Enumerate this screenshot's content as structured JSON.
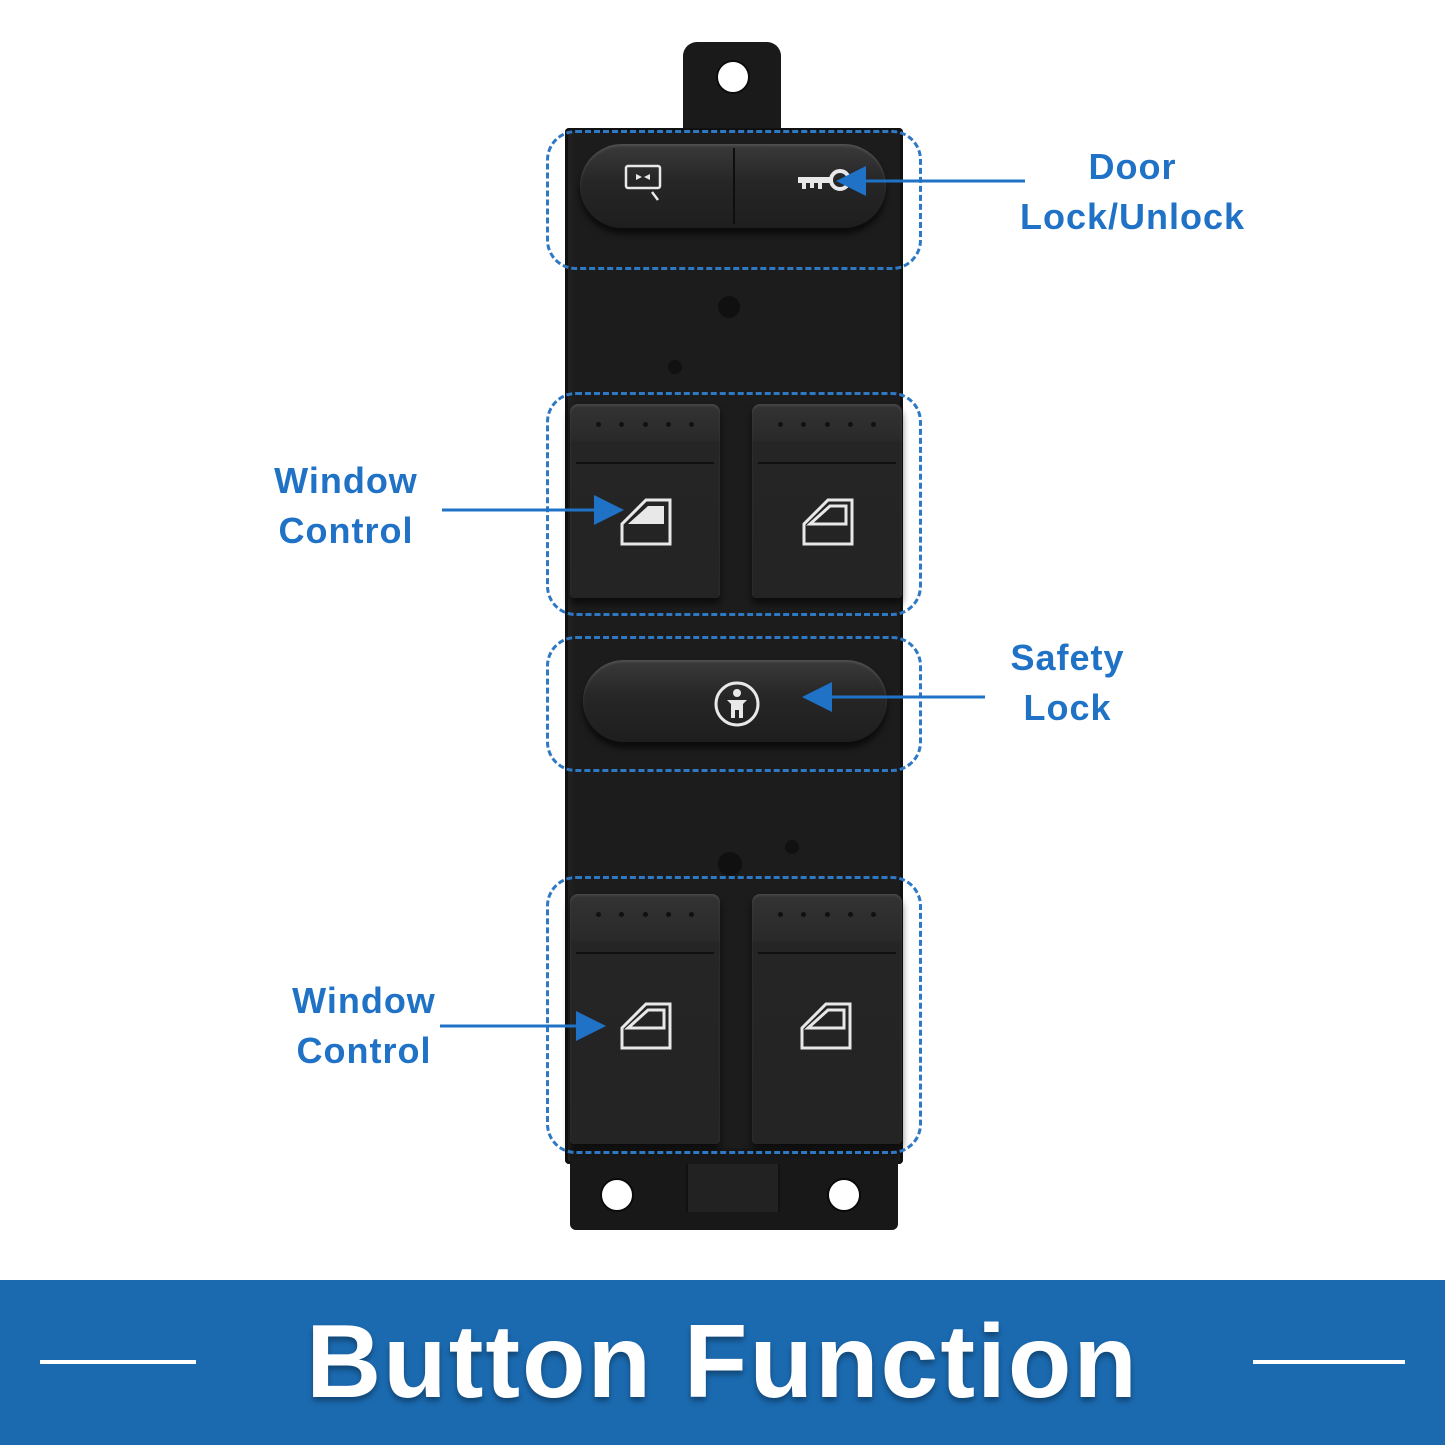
{
  "callouts": {
    "door_lock": {
      "line1": "Door",
      "line2": "Lock/Unlock"
    },
    "window_control_upper": {
      "line1": "Window",
      "line2": "Control"
    },
    "safety_lock": {
      "line1": "Safety",
      "line2": "Lock"
    },
    "window_control_lower": {
      "line1": "Window",
      "line2": "Control"
    }
  },
  "banner": {
    "title": "Button Function"
  },
  "colors": {
    "accent_blue": "#1f72c6",
    "banner_blue": "#1b6ab0",
    "switch_black": "#1c1c1c"
  },
  "icons": [
    "mirror-icon",
    "key-icon",
    "window-icon",
    "child-safety-icon"
  ]
}
